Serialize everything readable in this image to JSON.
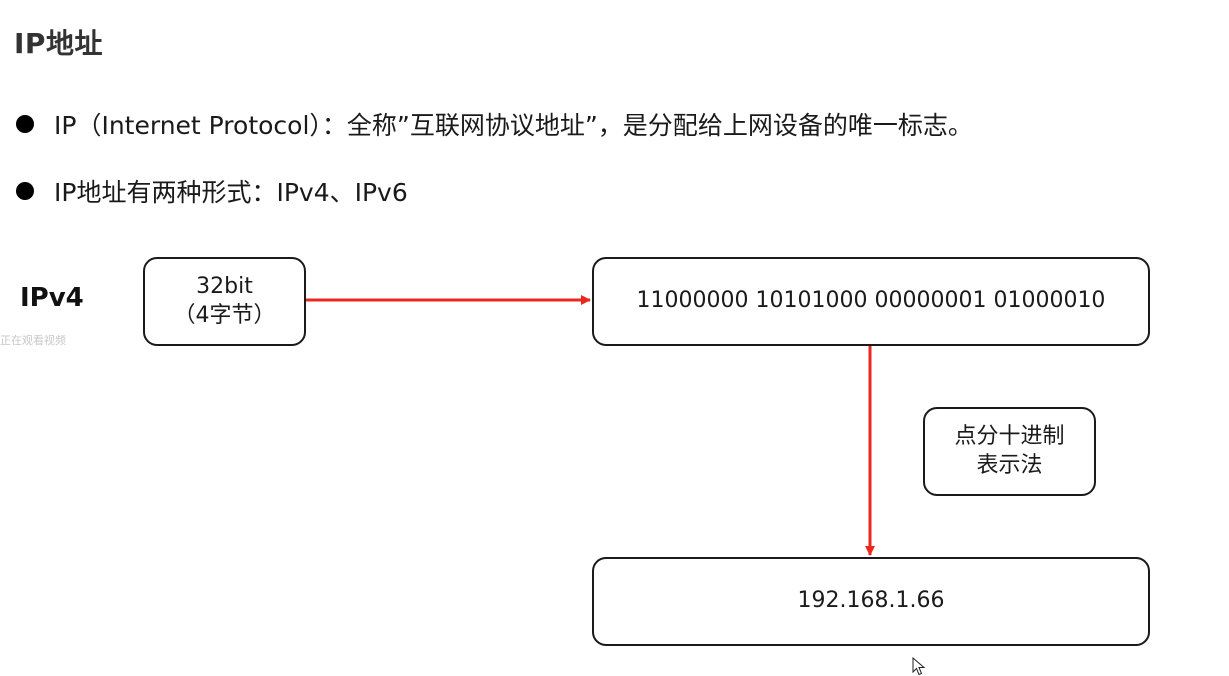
{
  "title": "IP地址",
  "bullets": [
    "IP（Internet Protocol）：全称”互联网协议地址”，是分配给上网设备的唯一标志。",
    "IP地址有两种形式：IPv4、IPv6"
  ],
  "diagram": {
    "ipv4_label": "IPv4",
    "watermark": "正在观看视频",
    "bits_box": {
      "line1": "32bit",
      "line2": "（4字节）"
    },
    "binary_box": "11000000 10101000 00000001 01000010",
    "method_box": {
      "line1": "点分十进制",
      "line2": "表示法"
    },
    "decimal_box": "192.168.1.66",
    "arrow_color": "#e8291c"
  }
}
